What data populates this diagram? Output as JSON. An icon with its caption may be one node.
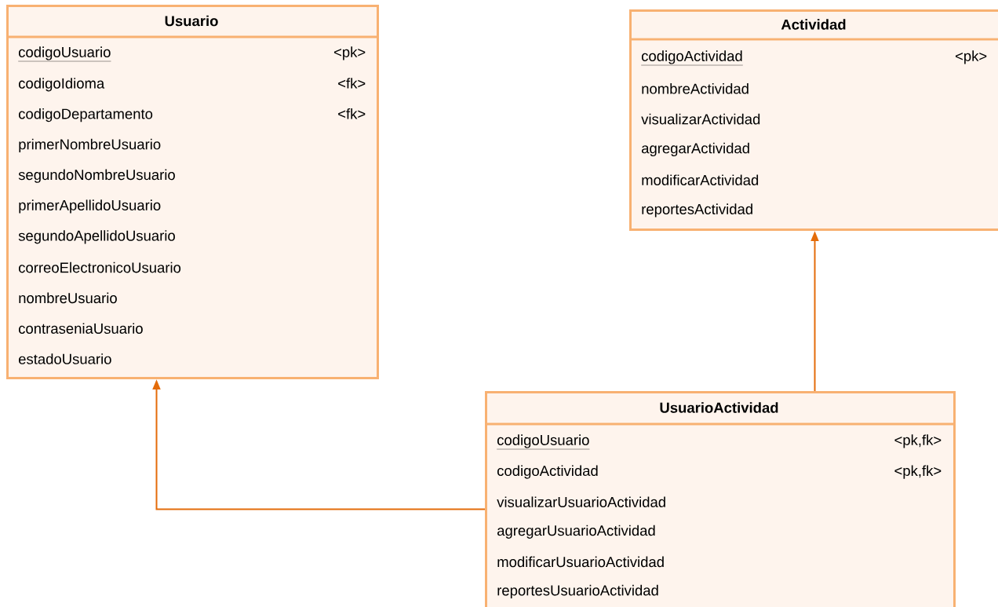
{
  "diagram": {
    "nodes": [
      {
        "text": [
          "Usuario"
        ]
      },
      {
        "text": [
          "codigoUsuario",
          "<pk>"
        ],
        "in": 0
      },
      {
        "text": [
          "codigoIdioma",
          "<fk>"
        ],
        "in": 0
      },
      {
        "text": [
          "codigoDepartamento",
          "<fk>"
        ],
        "in": 0
      },
      {
        "text": [
          "primerNombreUsuario"
        ],
        "in": 0
      },
      {
        "text": [
          "segundoNombreUsuario"
        ],
        "in": 0
      },
      {
        "text": [
          "primerApellidoUsuario"
        ],
        "in": 0
      },
      {
        "text": [
          "segundoApellidoUsuario"
        ],
        "in": 0
      },
      {
        "text": [
          "correoElectronicoUsuario"
        ],
        "in": 0
      },
      {
        "text": [
          "nombreUsuario"
        ],
        "in": 0
      },
      {
        "text": [
          "contraseniaUsuario"
        ],
        "in": 0
      },
      {
        "text": [
          "estadoUsuario"
        ],
        "in": 0
      },
      {
        "text": [
          "Actividad"
        ]
      },
      {
        "text": [
          "codigoActividad",
          "<pk>"
        ],
        "in": 12
      },
      {
        "text": [
          "nombreActividad"
        ],
        "in": 12
      },
      {
        "text": [
          "visualizarActividad"
        ],
        "in": 12
      },
      {
        "text": [
          "agregarActividad"
        ],
        "in": 12
      },
      {
        "text": [
          "modificarActividad"
        ],
        "in": 12
      },
      {
        "text": [
          "reportesActividad"
        ],
        "in": 12
      },
      {
        "text": [
          "UsuarioActividad"
        ]
      },
      {
        "text": [
          "codigoUsuario",
          "<pk,fk>"
        ],
        "in": 19
      },
      {
        "text": [
          "codigoActividad",
          "<pk,fk>"
        ],
        "in": 19
      },
      {
        "text": [
          "visualizarUsuarioActividad"
        ],
        "in": 19
      },
      {
        "text": [
          "agregarUsuarioActividad"
        ],
        "in": 19
      },
      {
        "text": [
          "modificarUsuarioActividad"
        ],
        "in": 19
      },
      {
        "text": [
          "reportesUsuarioActividad"
        ],
        "in": 19
      }
    ],
    "edges": [
      {
        "from": 19,
        "to": 0,
        "arrow": "to"
      },
      {
        "from": 19,
        "to": 12,
        "arrow": "to"
      }
    ]
  }
}
